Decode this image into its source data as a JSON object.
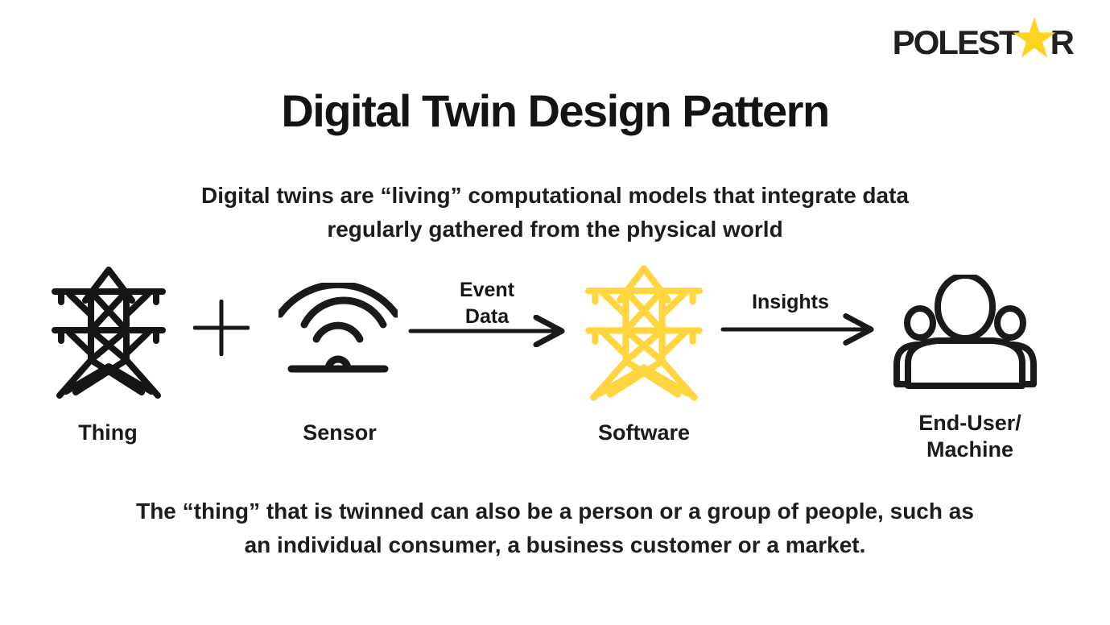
{
  "logo": {
    "text_before_star": "POLEST",
    "text_after_star": "R",
    "star_icon": "five-point-star"
  },
  "title": "Digital Twin Design Pattern",
  "subtitle": {
    "line1": "Digital twins are “living” computational models that integrate data",
    "line2": "regularly gathered from the physical world"
  },
  "flow": {
    "thing": {
      "label": "Thing",
      "icon": "transmission-tower"
    },
    "plus_operator": "+",
    "sensor": {
      "label": "Sensor",
      "icon": "wireless-sensor"
    },
    "event_arrow": {
      "label_line1": "Event",
      "label_line2": "Data",
      "icon": "arrow-right"
    },
    "software": {
      "label": "Software",
      "icon": "transmission-tower"
    },
    "insights_arrow": {
      "label": "Insights",
      "icon": "arrow-right"
    },
    "end_user": {
      "label_line1": "End-User/",
      "label_line2": "Machine",
      "icon": "user-group"
    }
  },
  "footer": {
    "line1": "The “thing” that is twinned can also be a person or a group of people, such as",
    "line2": "an individual consumer, a business customer or a market."
  },
  "colors": {
    "background": "#FFFFFF",
    "ink": "#141414",
    "logo_ink": "#231F20",
    "accent_yellow": "#FFD640",
    "star_yellow": "#FFD41F"
  }
}
